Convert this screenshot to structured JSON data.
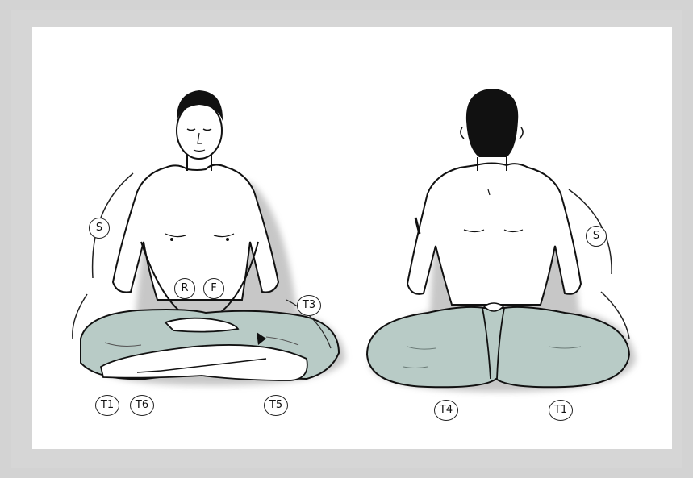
{
  "figure": {
    "background_color": "#ffffff",
    "frame_color": "#d3d3d3",
    "cloth_color": "#b8cbc6",
    "ink_color": "#111111"
  },
  "front_labels": {
    "s": "S",
    "r": "R",
    "f": "F",
    "t3": "T3",
    "t1": "T1",
    "t6": "T6",
    "t5": "T5"
  },
  "back_labels": {
    "s": "S",
    "t4": "T4",
    "t1": "T1"
  }
}
